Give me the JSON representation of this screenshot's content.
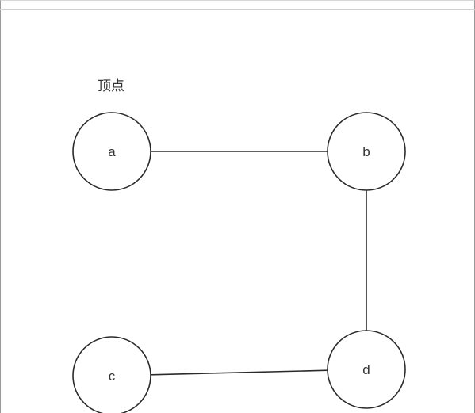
{
  "caption": "顶点",
  "nodes": [
    {
      "id": "a",
      "label": "a"
    },
    {
      "id": "b",
      "label": "b"
    },
    {
      "id": "c",
      "label": "c"
    },
    {
      "id": "d",
      "label": "d"
    }
  ],
  "edges": [
    {
      "from": "a",
      "to": "b"
    },
    {
      "from": "b",
      "to": "d"
    },
    {
      "from": "c",
      "to": "d"
    }
  ],
  "colors": {
    "stroke": "#2b2b2b",
    "text": "#333333",
    "background": "#ffffff"
  }
}
